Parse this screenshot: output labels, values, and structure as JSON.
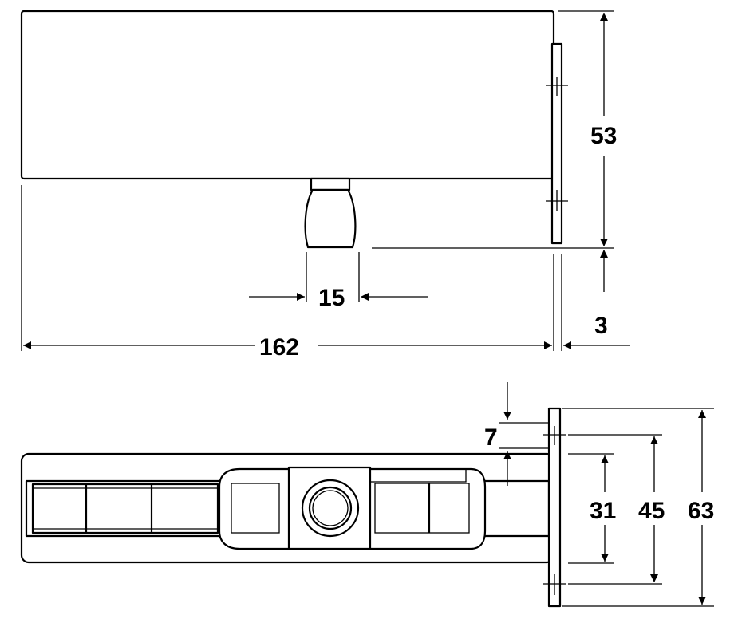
{
  "dimensions": {
    "height_top": "53",
    "offset_small": "3",
    "width_total": "162",
    "pin_width": "15",
    "plate_edge": "7",
    "hole_spacing_inner": "31",
    "hole_spacing_outer": "45",
    "plate_height": "63"
  }
}
